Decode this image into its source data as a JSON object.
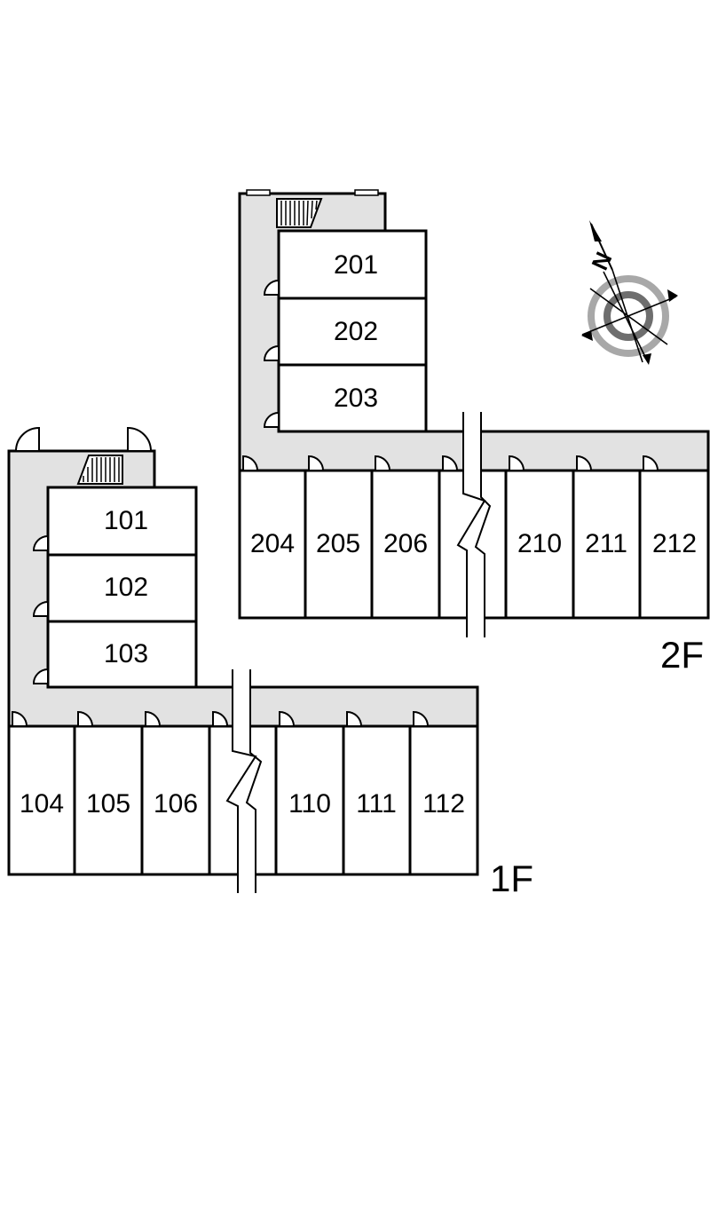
{
  "floor_plan": {
    "floors": [
      {
        "label": "1F",
        "rooms": [
          "101",
          "102",
          "103",
          "104",
          "105",
          "106",
          "110",
          "111",
          "112"
        ]
      },
      {
        "label": "2F",
        "rooms": [
          "201",
          "202",
          "203",
          "204",
          "205",
          "206",
          "210",
          "211",
          "212"
        ]
      }
    ],
    "compass": {
      "label": "N"
    },
    "colors": {
      "corridor": "#e2e2e2",
      "wall": "#000000",
      "background": "#ffffff"
    }
  }
}
